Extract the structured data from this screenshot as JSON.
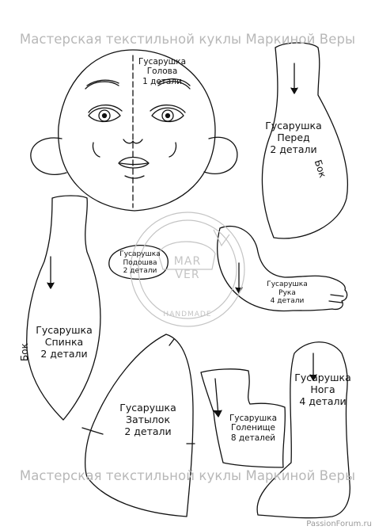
{
  "watermark": {
    "top": "Мастерская текстильной куклы Маркиной Веры",
    "bottom": "Мастерская текстильной куклы Маркиной Веры"
  },
  "pieces": {
    "head": {
      "line1": "Гусарушка",
      "line2": "Голова",
      "line3": "1 детали"
    },
    "front": {
      "line1": "Гусарушка",
      "line2": "Перед",
      "line3": "2 детали"
    },
    "sole": {
      "line1": "Гусарушка",
      "line2": "Подошва",
      "line3": "2 детали"
    },
    "arm": {
      "line1": "Гусарушка",
      "line2": "Рука",
      "line3": "4 детали"
    },
    "back": {
      "line1": "Гусарушка",
      "line2": "Спинка",
      "line3": "2 детали"
    },
    "nape": {
      "line1": "Гусарушка",
      "line2": "Затылок",
      "line3": "2 детали"
    },
    "shin": {
      "line1": "Гусарушка",
      "line2": "Голенище",
      "line3": "8 деталей"
    },
    "leg": {
      "line1": "Гусарушка",
      "line2": "Нога",
      "line3": "4 детали"
    }
  },
  "side_labels": {
    "front": "Бок",
    "back": "Бок"
  },
  "logo": {
    "mark": "MAR VER",
    "text": "HANDMADE"
  },
  "footer": "PassionForum.ru",
  "colors": {
    "outline": "#111111",
    "watermark": "#b8b8b8",
    "logo": "#c4c4c4"
  }
}
